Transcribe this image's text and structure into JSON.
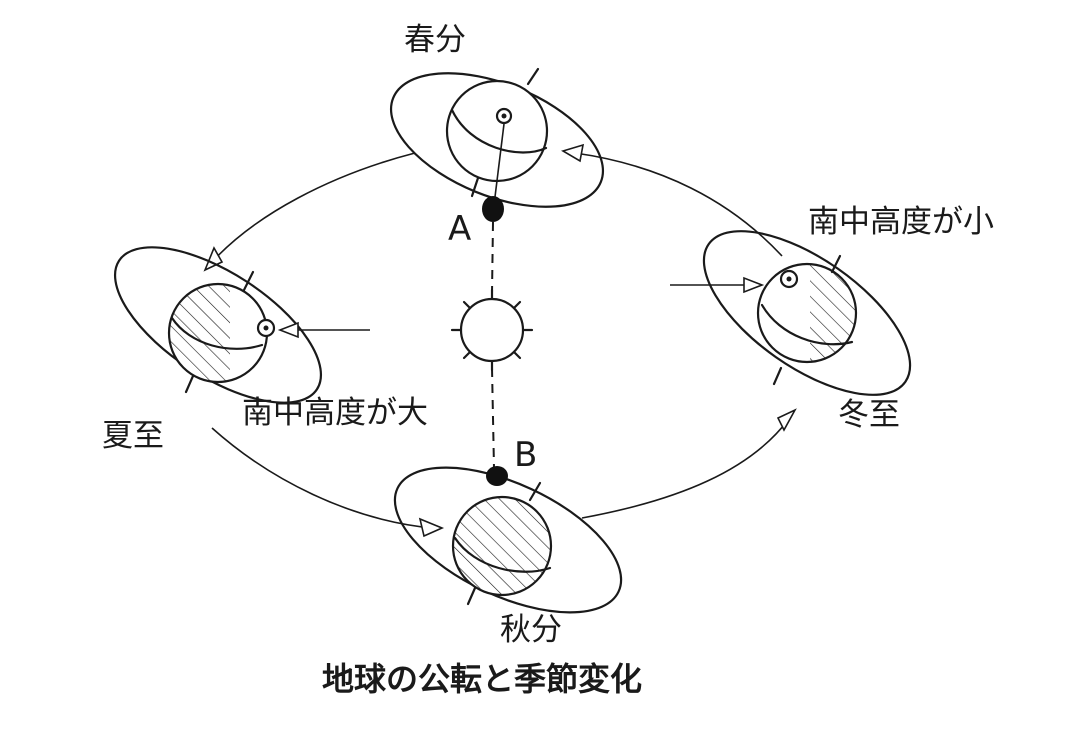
{
  "labels": {
    "spring_equinox": "春分",
    "summer_solstice": "夏至",
    "autumn_equinox": "秋分",
    "winter_solstice": "冬至",
    "altitude_small": "南中高度が小",
    "altitude_large": "南中高度が大",
    "point_a": "A",
    "point_b": "B"
  },
  "caption": "地球の公転と季節変化"
}
